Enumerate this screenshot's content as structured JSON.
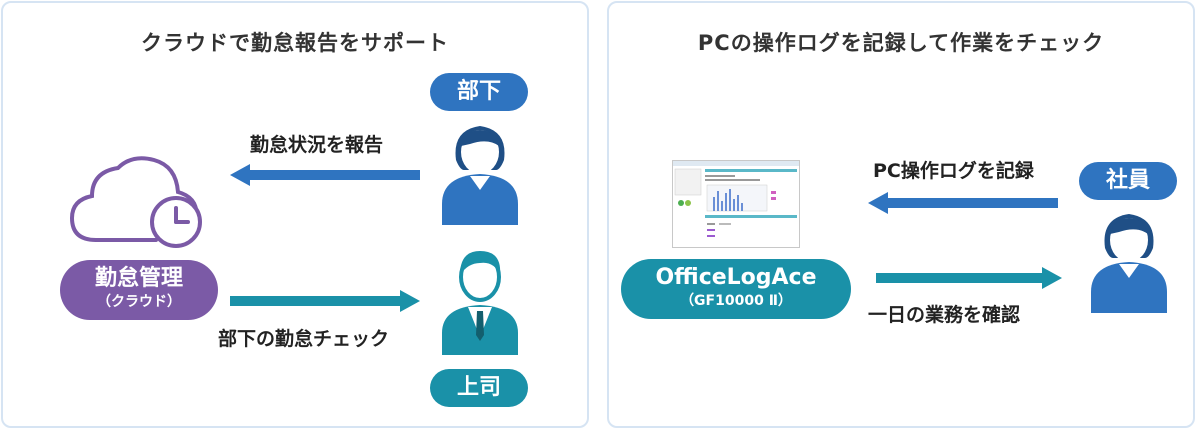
{
  "left_panel": {
    "title": "クラウドで勤怠報告をサポート",
    "subordinate_label": "部下",
    "report_label": "勤怠状況を報告",
    "system_name": "勤怠管理",
    "system_sub": "（クラウド）",
    "check_label": "部下の勤怠チェック",
    "boss_label": "上司"
  },
  "right_panel": {
    "title": "PCの操作ログを記録して作業をチェック",
    "employee_label": "社員",
    "record_label": "PC操作ログを記録",
    "product_name": "OfficeLogAce",
    "product_model": "（GF10000 Ⅱ）",
    "confirm_label": "一日の業務を確認"
  },
  "colors": {
    "blue": "#2f74c0",
    "teal": "#1a91a8",
    "purple": "#7b5aa6",
    "panel_border": "#d6e4f3"
  }
}
